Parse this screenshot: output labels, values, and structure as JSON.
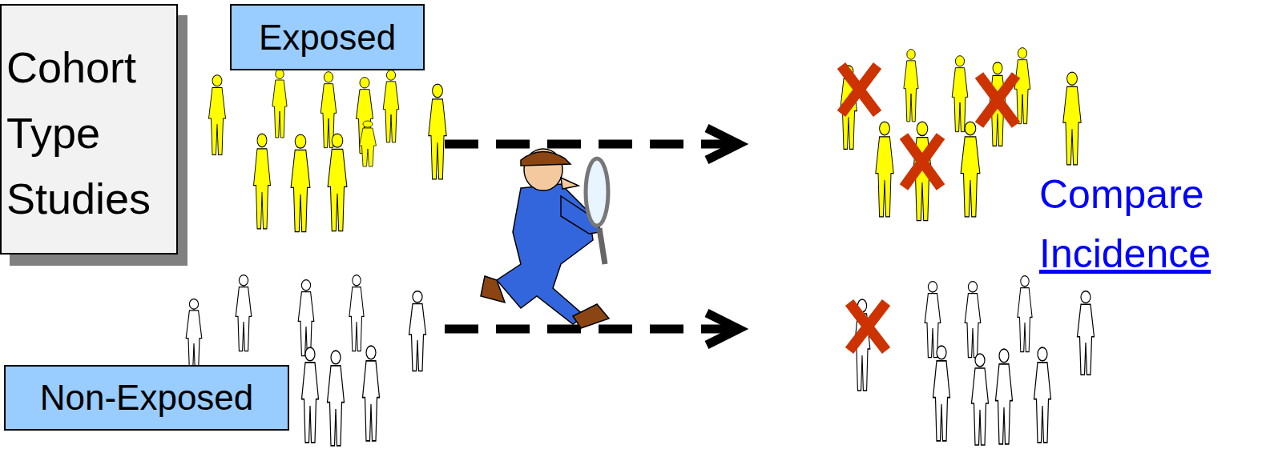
{
  "diagram": {
    "nodes": [
      {
        "text": [
          "Cohort Type Studies"
        ]
      },
      {
        "text": [
          "Exposed"
        ]
      },
      {
        "text": [
          "Non-Exposed"
        ]
      }
    ],
    "labels": [
      "Compare",
      "Incidence"
    ]
  }
}
